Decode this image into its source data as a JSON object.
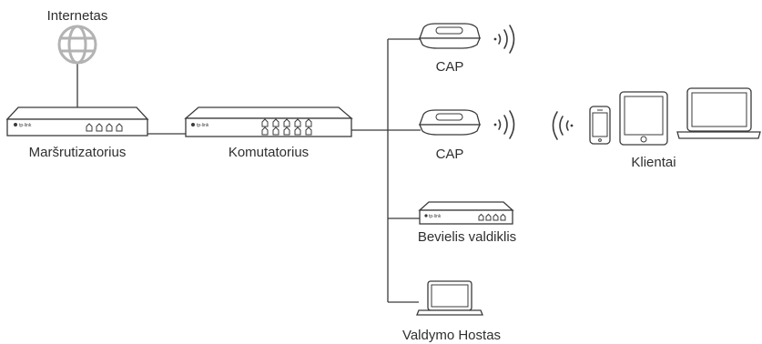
{
  "diagram": {
    "brand": "tp-link",
    "labels": {
      "internet": "Internetas",
      "router": "Maršrutizatorius",
      "switch": "Komutatorius",
      "cap_top": "CAP",
      "cap_mid": "CAP",
      "controller": "Bevielis valdiklis",
      "host": "Valdymo Hostas",
      "clients": "Klientai"
    },
    "colors": {
      "stroke": "#3a3a3a",
      "globe": "#b3b3b3",
      "text": "#2f2f2f"
    }
  }
}
